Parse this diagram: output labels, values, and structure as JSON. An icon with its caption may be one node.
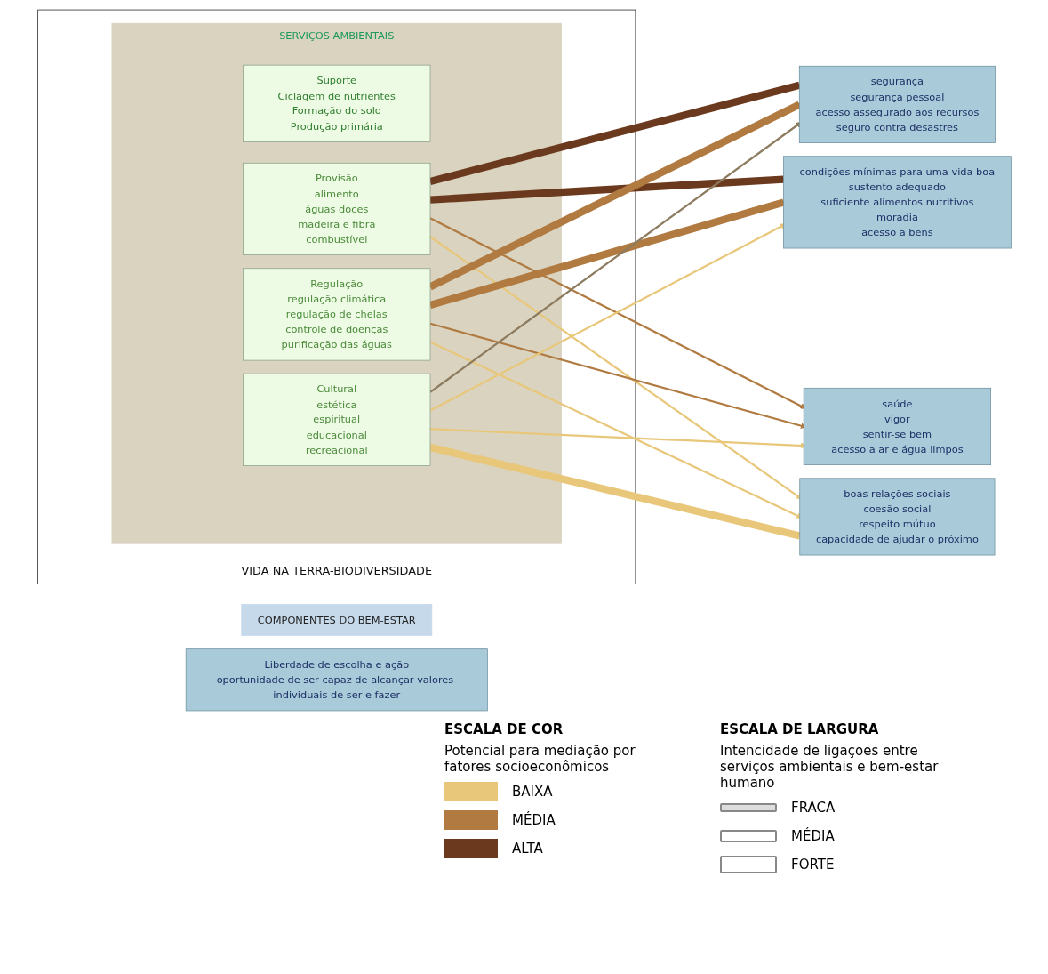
{
  "diagram": {
    "nodes": [
      {
        "text": [
          "VIDA NA TERRA-BIODIVERSIDADE"
        ]
      },
      {
        "text": [
          "SERVIÇOS AMBIENTAIS"
        ],
        "in": 0
      },
      {
        "text": [
          "Suporte",
          "Ciclagem de nutrientes",
          "Formação do solo",
          "Produção primária"
        ],
        "in": 1
      },
      {
        "text": [
          "Provisão",
          "alimento",
          "águas doces",
          "madeira e fibra",
          "combustível"
        ],
        "in": 1
      },
      {
        "text": [
          "Regulação",
          "regulação climática",
          "regulação de chelas",
          "controle de doenças",
          "purificação das águas"
        ],
        "in": 1
      },
      {
        "text": [
          "Cultural",
          "estética",
          "espiritual",
          "educacional",
          "recreacional"
        ],
        "in": 1
      },
      {
        "text": [
          "COMPONENTES DO BEM-ESTAR"
        ]
      },
      {
        "text": [
          "segurança",
          "segurança pessoal",
          "acesso assegurado aos recursos",
          "seguro contra desastres"
        ]
      },
      {
        "text": [
          "condições mínimas para uma vida boa",
          "sustento adequado",
          "suficiente alimentos nutritivos",
          "moradia",
          "acesso a bens"
        ]
      },
      {
        "text": [
          "saúde",
          "vigor",
          "sentir-se bem",
          "acesso a ar e água limpos"
        ]
      },
      {
        "text": [
          "boas relações sociais",
          "coesão social",
          "respeito mútuo",
          "capacidade de ajudar o próximo"
        ]
      },
      {
        "text": [
          "Liberdade de escolha e ação",
          "oportunidade de ser capaz de alcançar valores individuais de ser e fazer"
        ]
      }
    ],
    "edges": [
      {
        "from": 3,
        "to": 7,
        "arrow": "to",
        "style": "thick",
        "color": "#6b3a1e"
      },
      {
        "from": 3,
        "to": 8,
        "arrow": "to",
        "style": "thick",
        "color": "#6b3a1e"
      },
      {
        "from": 3,
        "to": 9,
        "arrow": "to",
        "color": "#b07a40"
      },
      {
        "from": 3,
        "to": 10,
        "arrow": "to",
        "color": "#e8c77a"
      },
      {
        "from": 4,
        "to": 7,
        "arrow": "to",
        "style": "thick",
        "color": "#b07a40"
      },
      {
        "from": 4,
        "to": 8,
        "arrow": "to",
        "style": "thick",
        "color": "#b07a40"
      },
      {
        "from": 4,
        "to": 9,
        "arrow": "to",
        "color": "#b07a40"
      },
      {
        "from": 4,
        "to": 10,
        "arrow": "to",
        "color": "#e8c77a"
      },
      {
        "from": 5,
        "to": 7,
        "arrow": "to",
        "color": "#8c7b5e"
      },
      {
        "from": 5,
        "to": 8,
        "arrow": "to",
        "color": "#e8c77a"
      },
      {
        "from": 5,
        "to": 9,
        "arrow": "to",
        "color": "#e8c77a"
      },
      {
        "from": 5,
        "to": 10,
        "arrow": "to",
        "style": "thick",
        "color": "#e8c77a"
      }
    ],
    "labels": [
      "ESCALA DE COR",
      "ESCALA DE LARGURA",
      "Potencial para mediação por fatores socioeconômicos",
      "Intencidade de ligações entre serviços ambientais e bem-estar humano"
    ],
    "legend": [
      {
        "text": "BAIXA",
        "color": "#e8c77a"
      },
      {
        "text": "MÉDIA",
        "color": "#b07a40"
      },
      {
        "text": "ALTA",
        "color": "#6b3a1e"
      },
      {
        "text": "FRACA"
      },
      {
        "text": "MÉDIA"
      },
      {
        "text": "FORTE"
      }
    ]
  }
}
